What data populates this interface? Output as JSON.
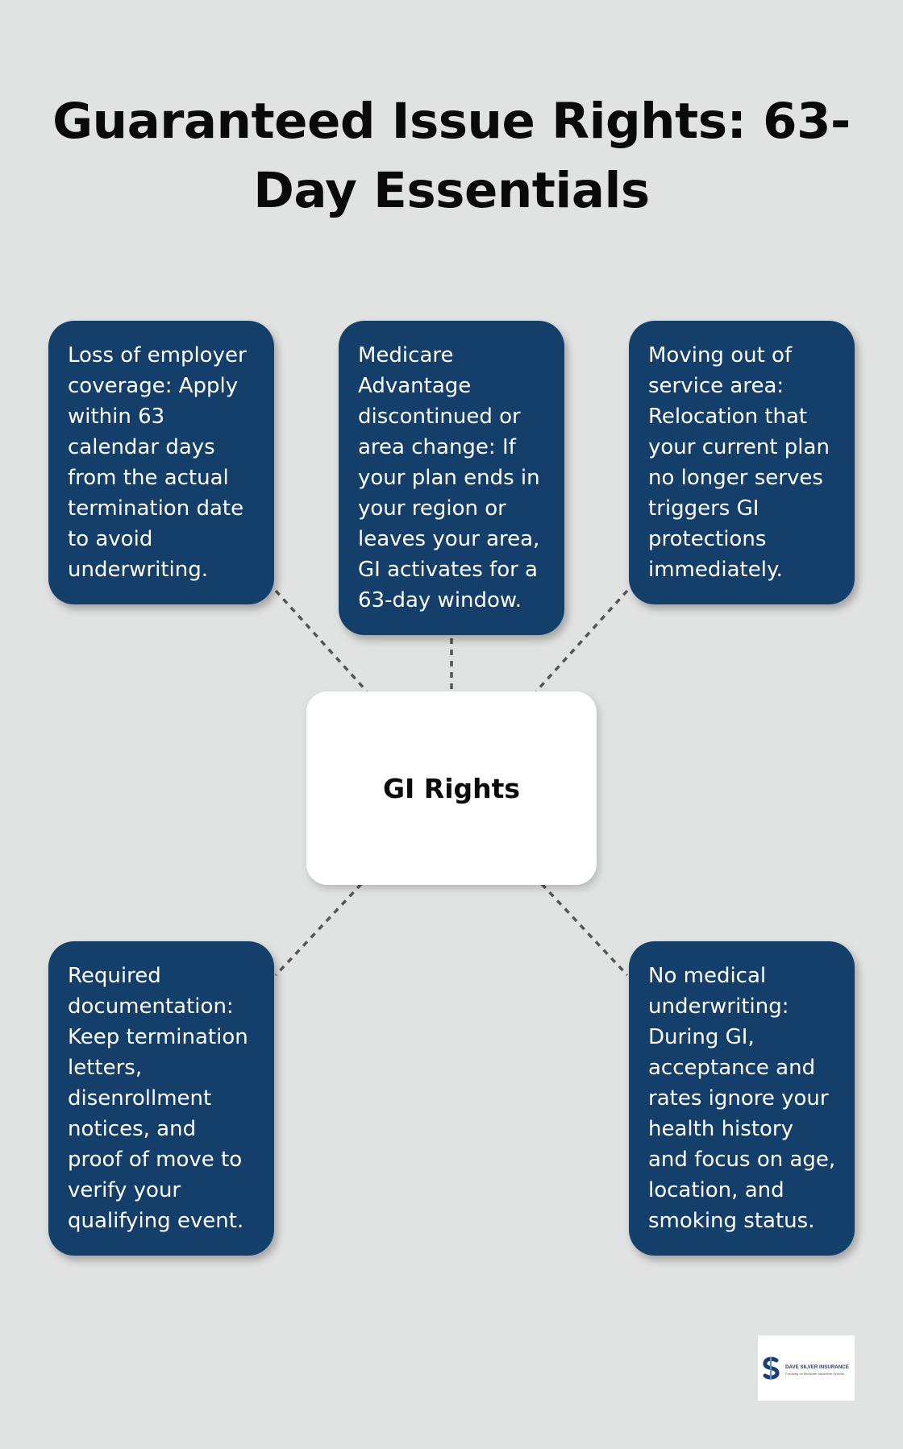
{
  "title": "Guaranteed Issue Rights: 63-Day Essentials",
  "center_label": "GI Rights",
  "cards": [
    "Loss of employer coverage: Apply within 63 calendar days from the actual termination date to avoid underwriting.",
    "Medicare Advantage discontinued or area change: If your plan ends in your region or leaves your area, GI activates for a 63-day window.",
    "Moving out of service area: Relocation that your current plan no longer serves triggers GI protections immediately.",
    "Required documentation: Keep termination letters, disenrollment notices, and proof of move to verify your qualifying event.",
    "No medical underwriting: During GI, acceptance and rates ignore your health history and focus on age, location, and smoking status."
  ],
  "logo": {
    "name": "DAVE SILVER INSURANCE",
    "tagline": "Focusing on Medicare Insurance Options"
  },
  "colors": {
    "background": "#e1e3e3",
    "card": "#153f6b",
    "center": "#ffffff",
    "connector": "#555555"
  }
}
